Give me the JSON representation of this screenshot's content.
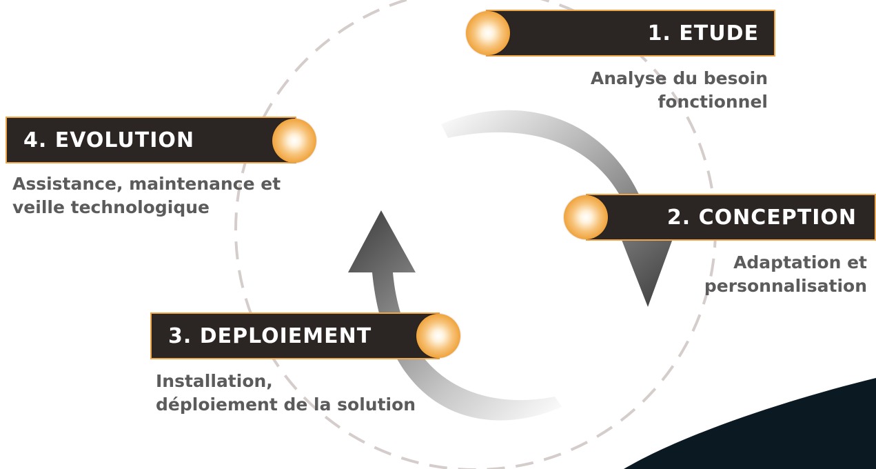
{
  "colors": {
    "bar_fill": "#2b2624",
    "bar_border": "#f0a64a",
    "orb": "#ee9a2a",
    "description_text": "#5b5b5b",
    "dashed_circle": "#d4cdcb",
    "corner_shape": "#0b1a22"
  },
  "steps": [
    {
      "title": "1. ETUDE",
      "description": [
        "Analyse du besoin",
        "fonctionnel"
      ]
    },
    {
      "title": "2. CONCEPTION",
      "description": [
        "Adaptation et",
        "personnalisation"
      ]
    },
    {
      "title": "3. DEPLOIEMENT",
      "description": [
        "Installation,",
        "déploiement de la solution"
      ]
    },
    {
      "title": "4. EVOLUTION",
      "description": [
        "Assistance, maintenance et",
        "veille technologique"
      ]
    }
  ]
}
